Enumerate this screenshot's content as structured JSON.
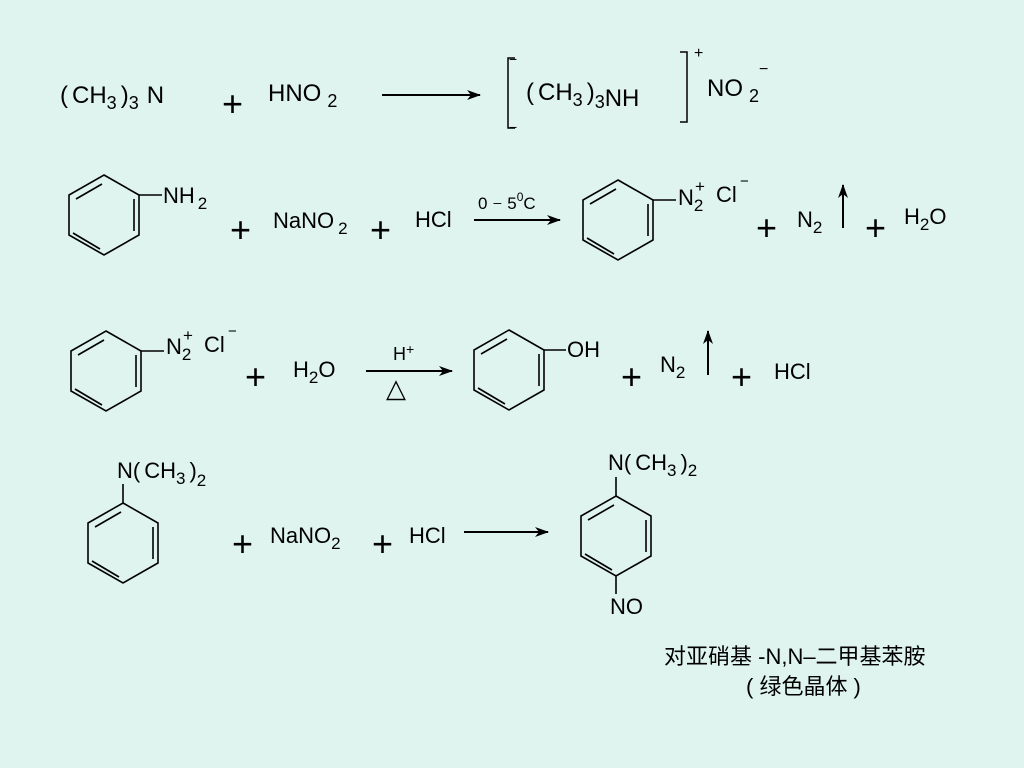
{
  "colors": {
    "background": "#dff4ee",
    "ink": "#000000"
  },
  "symbols": {
    "plus": "+",
    "lp": "(",
    "rp": ")",
    "minus": "–",
    "sup_minus": "−",
    "sup_plus": "+",
    "sub2": "2",
    "sub3": "3"
  },
  "r1": {
    "ch3": "CH",
    "n": "N",
    "hno": "HNO",
    "nh": "NH",
    "no": "NO"
  },
  "r2": {
    "nh2_nh": "NH",
    "nano": "NaNO",
    "hcl": "HCl",
    "cond_zero": "0",
    "cond_five": "5",
    "cond_deg": "0",
    "cond_c": "C",
    "diaz_n": "N",
    "cl": "Cl",
    "n2_n": "N",
    "h": "H",
    "o": "O"
  },
  "r3": {
    "diaz_n": "N",
    "cl": "Cl",
    "h": "H",
    "o": "O",
    "cat_h": "H",
    "heat": "△",
    "oh": "OH",
    "n2_n": "N",
    "hcl": "HCl"
  },
  "r4": {
    "n": "N",
    "ch3": "CH",
    "nano": "NaNO",
    "hcl": "HCl",
    "prod_n": "N",
    "prod_ch3": "CH",
    "no": "NO",
    "name": "对亚硝基 -N,N–二甲基苯胺",
    "note": "( 绿色晶体 )"
  }
}
